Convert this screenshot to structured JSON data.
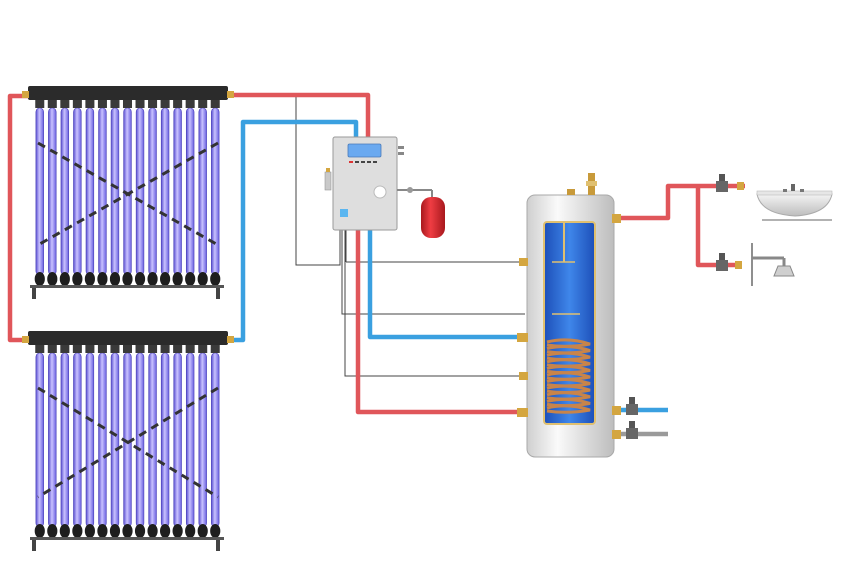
{
  "diagram": {
    "collectors": [
      {
        "id": "upper",
        "tube_count": 15
      },
      {
        "id": "lower",
        "tube_count": 15
      }
    ],
    "colors": {
      "hot_pipe": "#e0565a",
      "cold_pipe": "#3aa0e0",
      "sensor_wire": "#333333",
      "tube": "#7f74e6",
      "tube_highlight": "#c9c2ff",
      "manifold": "#2b2b2b",
      "tank_shell": "#ececec",
      "tank_inner": "#2f6fd6",
      "coil": "#c8844a",
      "expansion_vessel": "#d8232a",
      "controller": "#dcdcdc",
      "controller_screen": "#6aa9f0",
      "fitting_brass": "#d4a640"
    },
    "components": {
      "controller": "solar-controller",
      "expansion_vessel": "expansion-vessel",
      "tank": "hot-water-storage-tank",
      "fixtures": [
        "sink",
        "shower"
      ]
    }
  }
}
